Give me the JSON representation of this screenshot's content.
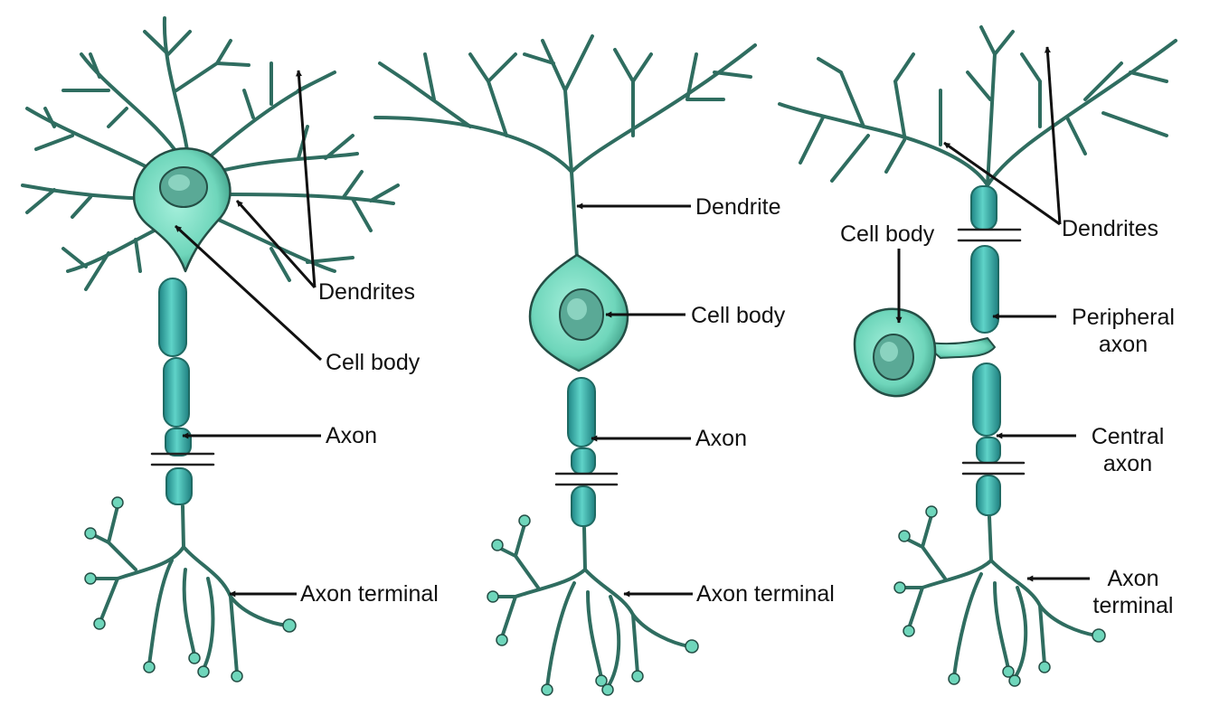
{
  "colors": {
    "membrane": "#8ae6cc",
    "membrane_dark": "#2f6d60",
    "outline": "#244e45",
    "nucleus": "#5aa996",
    "myelin": "#42bfb4",
    "myelin_dark": "#1f7f7f",
    "arrow": "#111111",
    "text": "#111111"
  },
  "neurons": [
    {
      "kind": "multipolar",
      "labels": {
        "dendrites": "Dendrites",
        "cell_body": "Cell body",
        "axon": "Axon",
        "axon_terminal": "Axon terminal"
      }
    },
    {
      "kind": "bipolar",
      "labels": {
        "dendrite": "Dendrite",
        "cell_body": "Cell body",
        "axon": "Axon",
        "axon_terminal": "Axon terminal"
      }
    },
    {
      "kind": "unipolar",
      "labels": {
        "cell_body": "Cell body",
        "dendrites": "Dendrites",
        "peripheral_axon_1": "Peripheral",
        "peripheral_axon_2": "axon",
        "central_axon_1": "Central",
        "central_axon_2": "axon",
        "axon_terminal_1": "Axon",
        "axon_terminal_2": "terminal"
      }
    }
  ]
}
